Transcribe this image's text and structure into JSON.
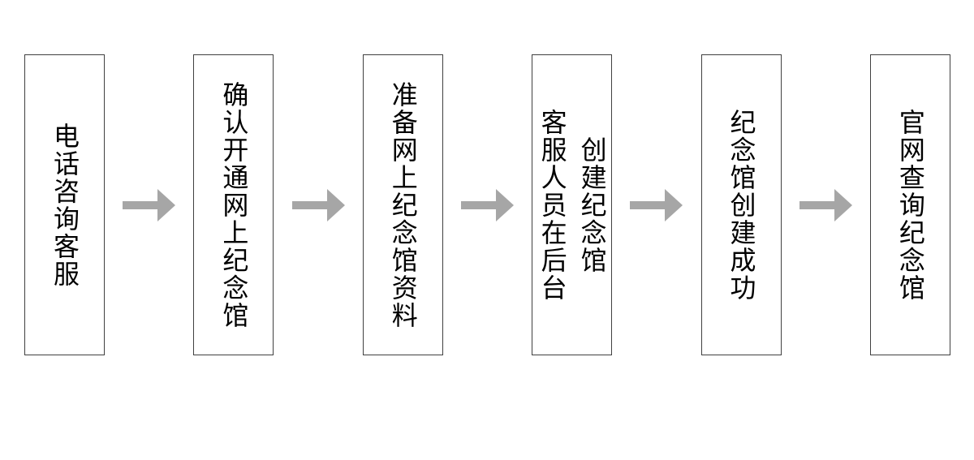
{
  "flowchart": {
    "title": "memorial-hall-creation-process",
    "background_color": "#ffffff",
    "box_border_color": "#404040",
    "box_fill_color": "#ffffff",
    "text_color": "#000000",
    "arrow_color": "#a6a6a6",
    "steps": [
      {
        "label": "电话咨询客服"
      },
      {
        "label": "确认开通网上纪念馆"
      },
      {
        "label": "准备网上纪念馆资料"
      },
      {
        "label": "客服人员在后台\n创建纪念馆"
      },
      {
        "label": "纪念馆创建成功"
      },
      {
        "label": "官网查询纪念馆"
      }
    ]
  }
}
